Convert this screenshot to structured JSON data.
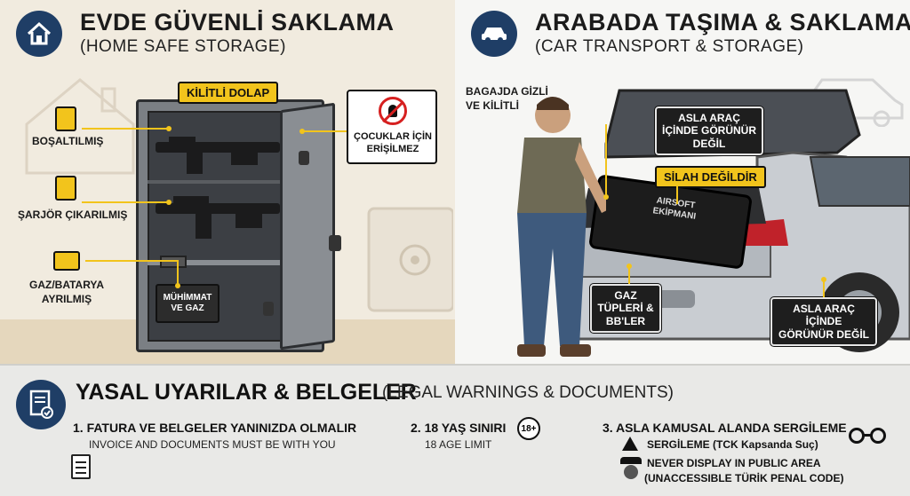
{
  "home": {
    "title": "EVDE GÜVENLİ SAKLAMA",
    "subtitle": "(HOME SAFE STORAGE)",
    "cabinet_label": "KİLİTLİ DOLAP",
    "labels": {
      "unloaded": "BOŞALTILMIŞ",
      "magazine_removed": "ŞARJÖR ÇIKARILMIŞ",
      "gas_battery": "GAZ/BATARYA AYRILMIŞ",
      "ammo_gas": "MÜHİMMAT VE GAZ"
    },
    "child_sign": "ÇOCUKLAR İÇİN ERİŞİLMEZ"
  },
  "car": {
    "title": "ARABADA TAŞIMA & SAKLAMA",
    "subtitle": "(CAR TRANSPORT & STORAGE)",
    "hidden_locked": "BAGAJDA GİZLİ VE KİLİTLİ",
    "not_visible_1": "ASLA ARAÇ İÇİNDE GÖRÜNÜR DEĞİL",
    "not_weapon": "SİLAH DEĞİLDİR",
    "case_text": "AIRSOFT EKİPMANI",
    "gas_bbs": "GAZ TÜPLERİ & BB'LER",
    "not_visible_2": "ASLA ARAÇ İÇİNDE GÖRÜNÜR DEĞİL"
  },
  "legal": {
    "title": "YASAL UYARILAR & BELGELER",
    "title_en": "(LEGAL WARNINGS & DOCUMENTS)",
    "item1_title": "1. FATURA VE BELGELER YANINIZDA OLMALIR",
    "item1_sub": "INVOICE AND DOCUMENTS MUST BE WITH YOU",
    "item2_title": "2. 18 YAŞ SINIRI",
    "item2_badge": "18+",
    "item2_sub": "18 AGE LIMIT",
    "item3_title": "3. ASLA KAMUSAL ALANDA SERGİLEME",
    "item3_line1": "SERGİLEME (TCK Kapsanda Suç)",
    "item3_line2": "NEVER DISPLAY IN PUBLIC AREA",
    "item3_line3": "(UNACCESSIBLE TÜRİK PENAL CODE)"
  },
  "icons": {
    "home": "house-icon",
    "car": "car-icon",
    "legal": "document-check-icon",
    "document": "document-icon",
    "handcuffs": "handcuffs-icon",
    "warning": "warning-icon",
    "police": "police-icon",
    "no_child": "no-child-icon"
  },
  "colors": {
    "navy": "#1f3e66",
    "yellow": "#f2c41c",
    "dark": "#1e1e1e"
  }
}
